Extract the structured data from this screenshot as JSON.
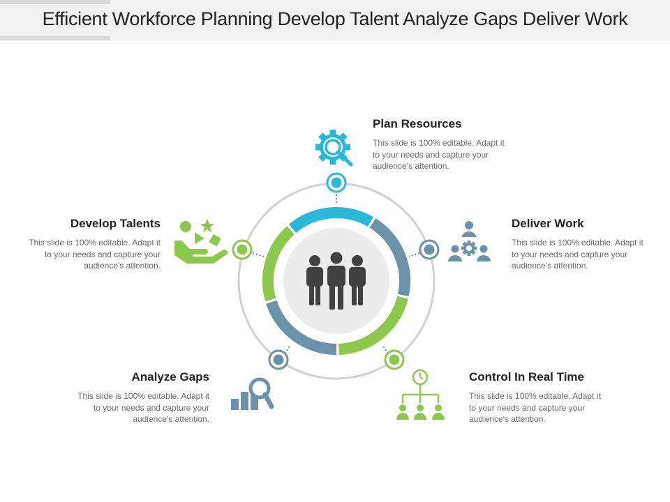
{
  "title": "Efficient Workforce Planning Develop Talent Analyze Gaps Deliver Work",
  "colors": {
    "blue": "#2bb8d8",
    "green": "#8cc84b",
    "slate": "#6a92a8",
    "dark": "#414141",
    "ring": "#d0d0d0",
    "inner": "#ececec"
  },
  "items": [
    {
      "heading": "Plan Resources",
      "desc": "This slide is 100% editable. Adapt it to your needs and capture your audience's attention.",
      "icon": "gear-magnifier-icon"
    },
    {
      "heading": "Deliver Work",
      "desc": "This slide is 100% editable. Adapt it to your needs and capture your audience's attention.",
      "icon": "team-gear-icon"
    },
    {
      "heading": "Control In Real Time",
      "desc": "This slide is 100% editable. Adapt it to your needs and capture your audience's attention.",
      "icon": "clock-hierarchy-icon"
    },
    {
      "heading": "Analyze Gaps",
      "desc": "This slide is 100% editable. Adapt it to your needs and capture your audience's attention.",
      "icon": "chart-magnifier-icon"
    },
    {
      "heading": "Develop Talents",
      "desc": "This slide is 100% editable. Adapt it to your needs and capture your audience's attention.",
      "icon": "hand-shapes-icon"
    }
  ],
  "center_icon": "people-group-icon"
}
